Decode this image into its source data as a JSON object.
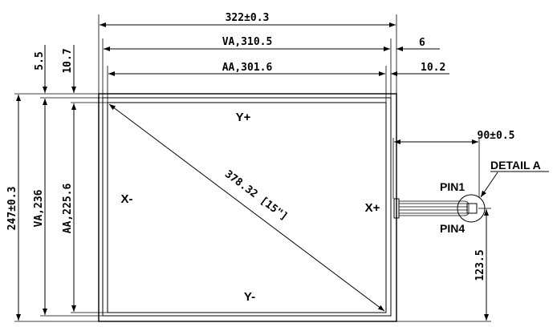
{
  "dimensions": {
    "overall_width": "322±0.3",
    "va_width": "VA,310.5",
    "aa_width": "AA,301.6",
    "right_gap_va": "6",
    "right_gap_aa": "10.2",
    "left_gap_top": "5.5",
    "left_gap_aa": "10.7",
    "overall_height": "247±0.3",
    "va_height": "VA,236",
    "aa_height": "AA,225.6",
    "diagonal": "378.32 [15\"]",
    "tail_length": "90±0.5",
    "tail_height": "123.5"
  },
  "labels": {
    "y_plus": "Y+",
    "y_minus": "Y-",
    "x_minus": "X-",
    "x_plus": "X+",
    "pin1": "PIN1",
    "pin4": "PIN4",
    "detail": "DETAIL A"
  }
}
